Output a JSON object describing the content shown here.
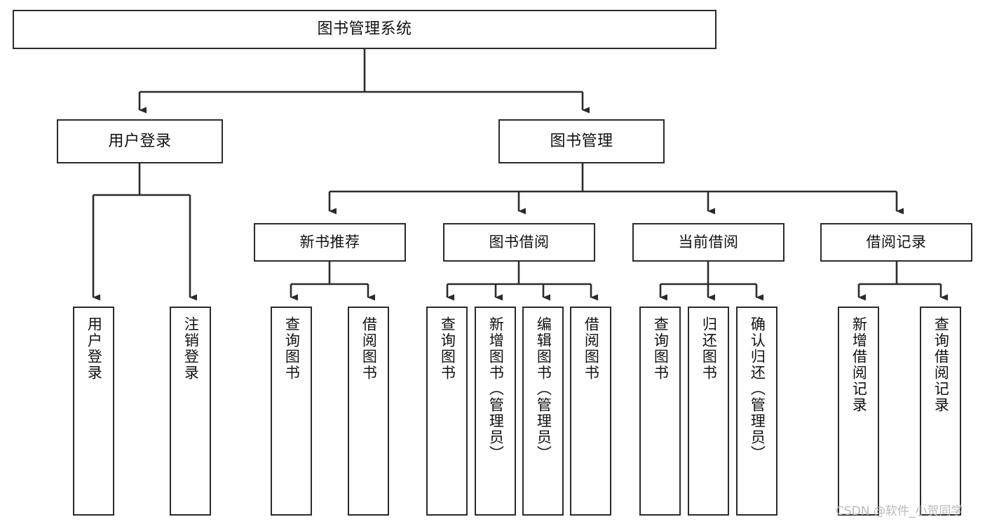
{
  "diagram": {
    "type": "tree",
    "title": "图书管理系统",
    "orientation": "top-down",
    "colors": {
      "box_border": "#2b2b2b",
      "box_fill": "#ffffff",
      "connector": "#2b2b2b",
      "page_background": "#ffffff",
      "watermark": "#b9b9b9"
    },
    "root": {
      "label": "图书管理系统"
    },
    "level2": [
      {
        "label": "用户登录"
      },
      {
        "label": "图书管理"
      }
    ],
    "level3": [
      {
        "label": "新书推荐"
      },
      {
        "label": "图书借阅"
      },
      {
        "label": "当前借阅"
      },
      {
        "label": "借阅记录"
      }
    ],
    "leaves": {
      "user_login": [
        {
          "label": "用户登录"
        },
        {
          "label": "注销登录"
        }
      ],
      "new_book_recommend": [
        {
          "label": "查询图书"
        },
        {
          "label": "借阅图书"
        }
      ],
      "book_borrow": [
        {
          "label": "查询图书"
        },
        {
          "label": "新增图书（管理员）"
        },
        {
          "label": "编辑图书（管理员）"
        },
        {
          "label": "借阅图书"
        }
      ],
      "current_borrow": [
        {
          "label": "查询图书"
        },
        {
          "label": "归还图书"
        },
        {
          "label": "确认归还（管理员）"
        }
      ],
      "borrow_record": [
        {
          "label": "新增借阅记录"
        },
        {
          "label": "查询借阅记录"
        }
      ]
    }
  },
  "watermark": {
    "text": "CSDN @软件_小贺同学"
  }
}
